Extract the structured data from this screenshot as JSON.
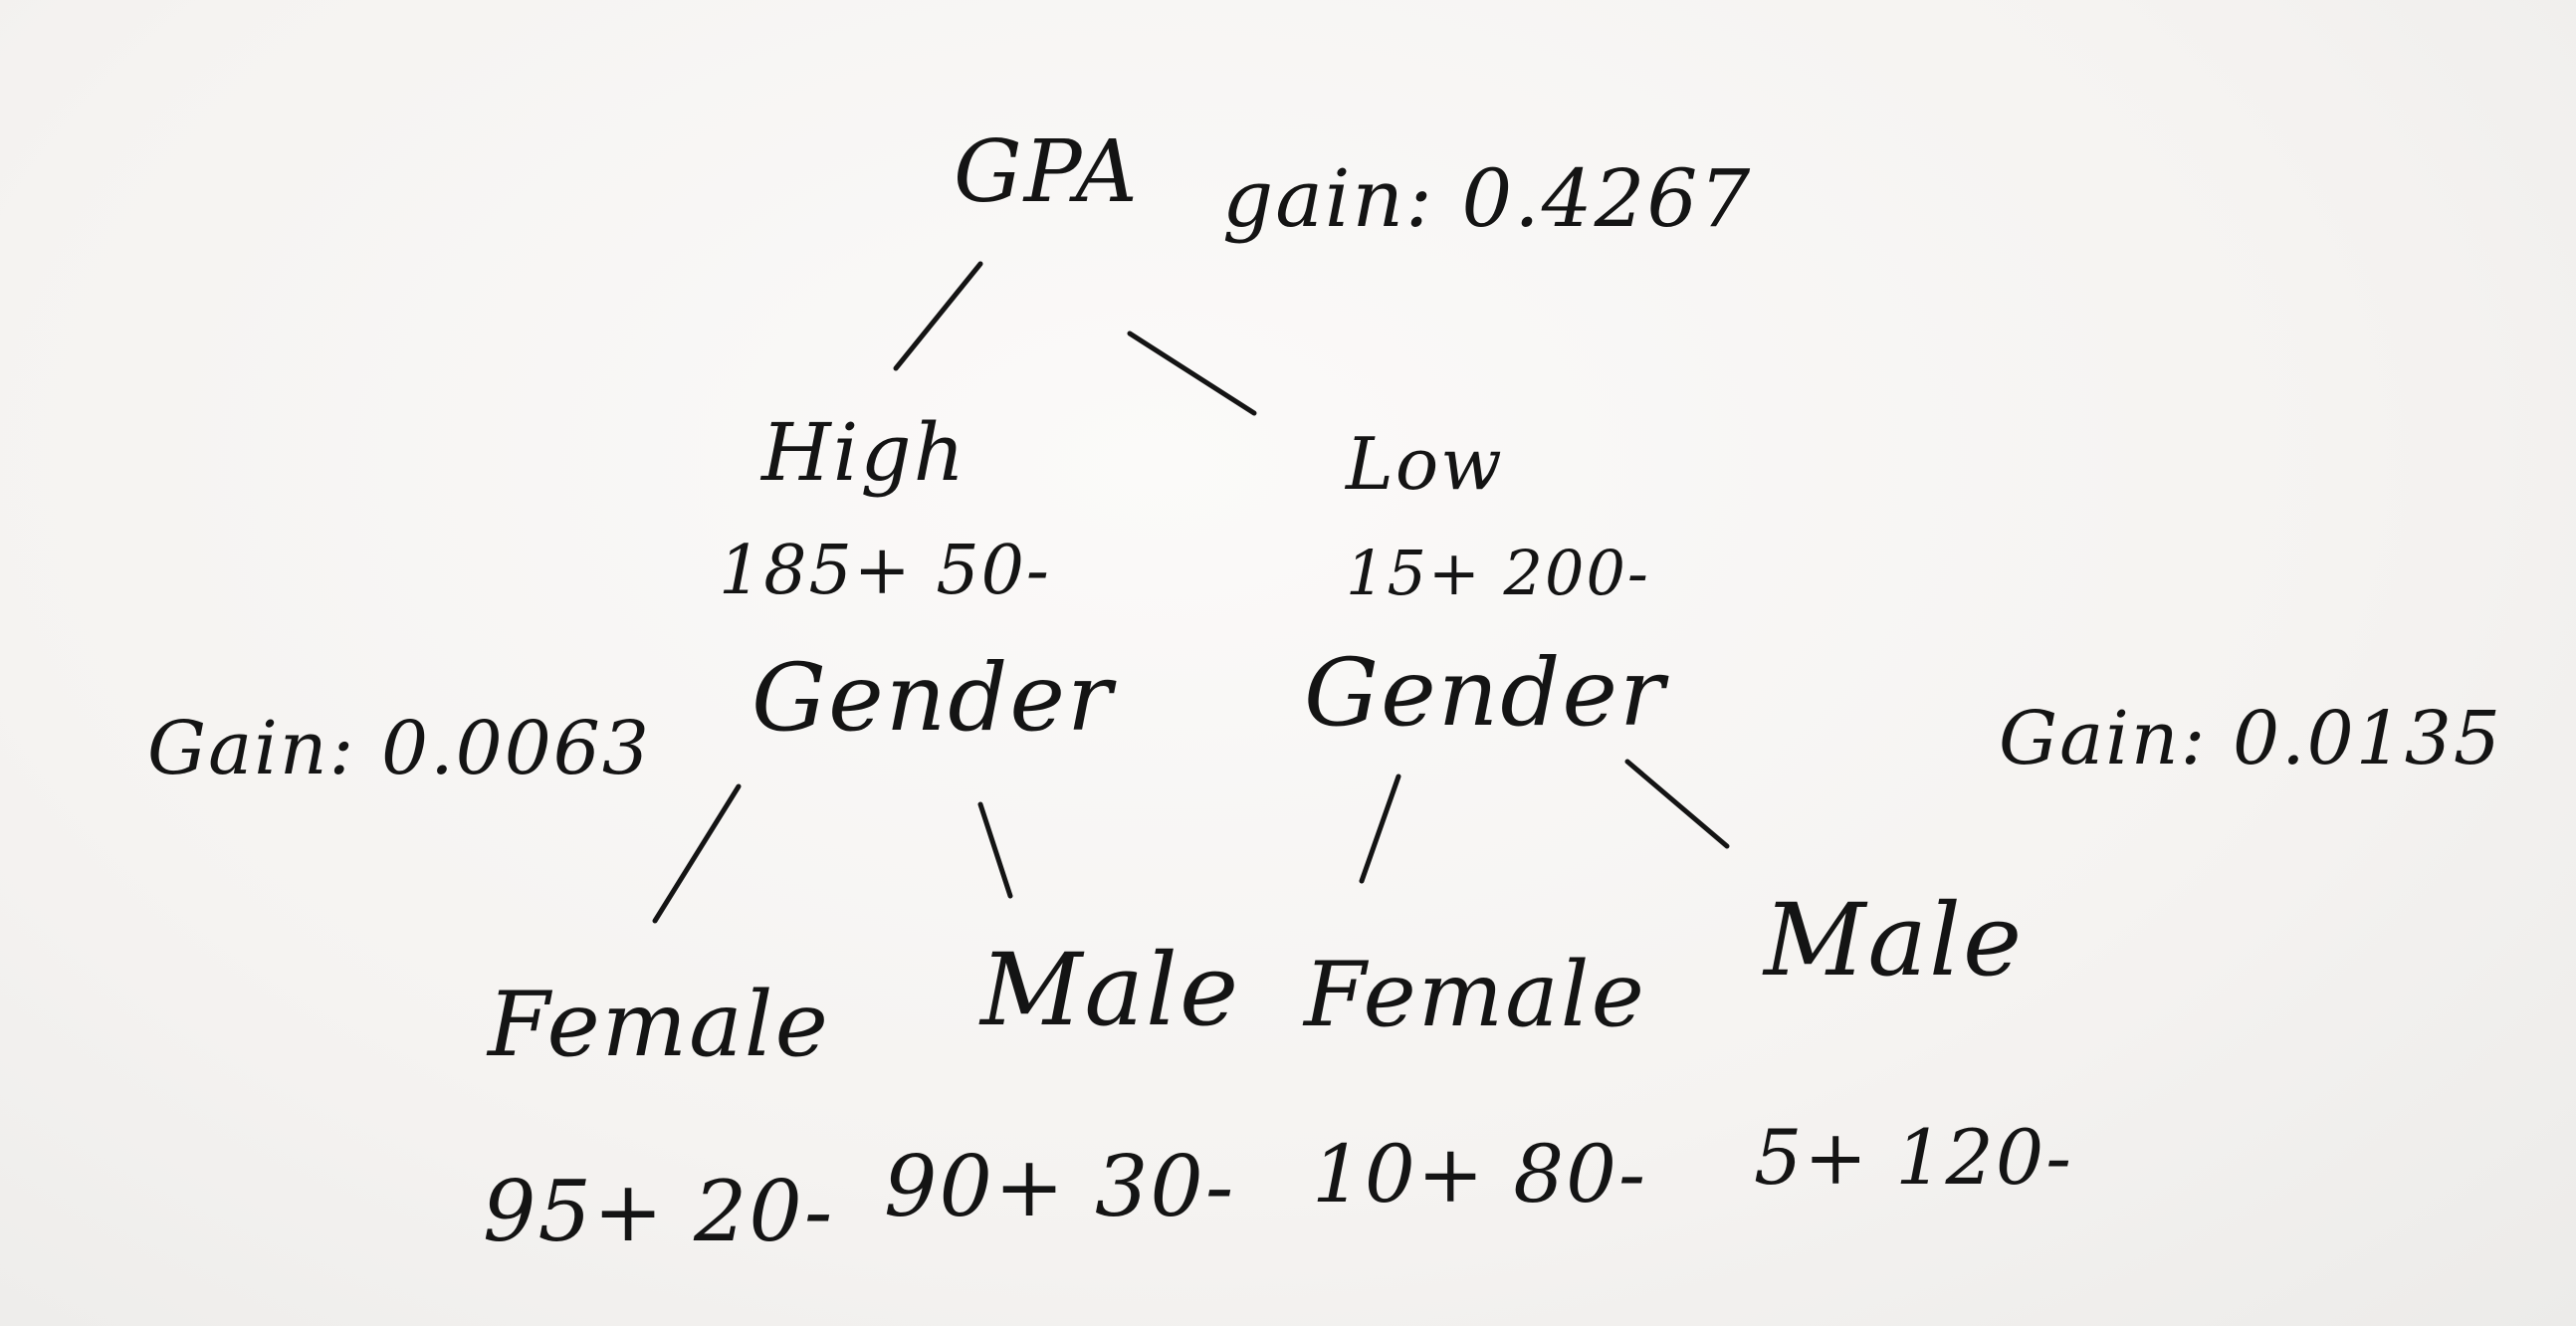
{
  "root": {
    "label": "GPA",
    "gain": "gain: 0.4267"
  },
  "branches": {
    "high": {
      "label": "High",
      "counts": "185+ 50-",
      "split": "Gender",
      "gain": "Gain: 0.0063",
      "children": [
        {
          "label": "Female",
          "counts": "95+ 20-"
        },
        {
          "label": "Male",
          "counts": "90+ 30-"
        }
      ]
    },
    "low": {
      "label": "Low",
      "counts": "15+ 200-",
      "split": "Gender",
      "gain": "Gain: 0.0135",
      "children": [
        {
          "label": "Female",
          "counts": "10+ 80-"
        },
        {
          "label": "Male",
          "counts": "5+ 120-"
        }
      ]
    }
  }
}
